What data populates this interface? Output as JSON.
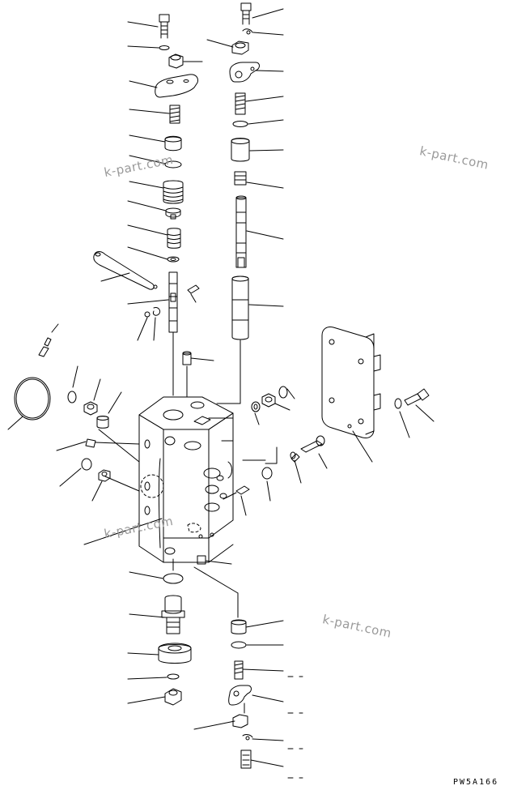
{
  "watermarks": [
    "k-part.com",
    "k-part.com",
    "k-part.com",
    "k-part.com"
  ],
  "drawing_code": "PW5A166",
  "colors": {
    "line": "#000000",
    "watermark": "#9a9a9a",
    "background": "#ffffff"
  }
}
